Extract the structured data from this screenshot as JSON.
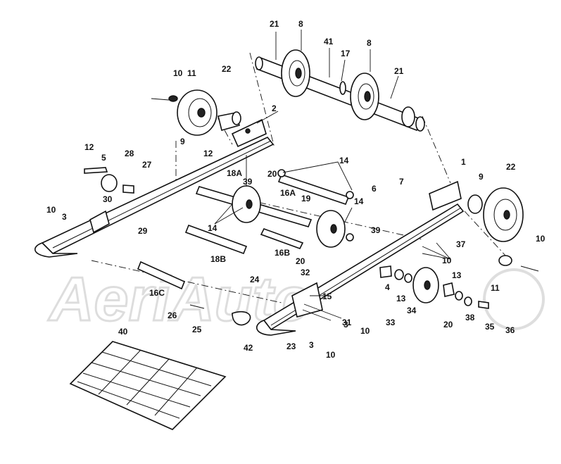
{
  "watermark": {
    "text": "AeriAuto"
  },
  "callouts": {
    "c21a": "21",
    "c8a": "8",
    "c41": "41",
    "c17": "17",
    "c8b": "8",
    "c21b": "21",
    "c10a": "10",
    "c11a": "11",
    "c22a": "22",
    "c2": "2",
    "c9a": "9",
    "c12a": "12",
    "c12b": "12",
    "c5": "5",
    "c28": "28",
    "c27": "27",
    "c14a": "14",
    "c20a": "20",
    "c18a": "18A",
    "c39a": "39",
    "c16a": "16A",
    "c19": "19",
    "c14b": "14",
    "c6": "6",
    "c7": "7",
    "c1": "1",
    "c9b": "9",
    "c22b": "22",
    "c10b": "10",
    "c3a": "3",
    "c30": "30",
    "c29": "29",
    "c14c": "14",
    "c39b": "39",
    "c20b": "20",
    "c18b": "18B",
    "c16b": "16B",
    "c37": "37",
    "c10c": "10",
    "c10d": "10",
    "c11b": "11",
    "c32": "32",
    "c24": "24",
    "c4": "4",
    "c13a": "13",
    "c13b": "13",
    "c16c": "16C",
    "c15": "15",
    "c26": "26",
    "c31": "31",
    "c34": "34",
    "c20c": "20",
    "c38": "38",
    "c35": "35",
    "c36": "36",
    "c3b": "3",
    "c10e": "10",
    "c33": "33",
    "c25": "25",
    "c40": "40",
    "c42": "42",
    "c23": "23",
    "c3c": "3",
    "c10f": "10"
  }
}
